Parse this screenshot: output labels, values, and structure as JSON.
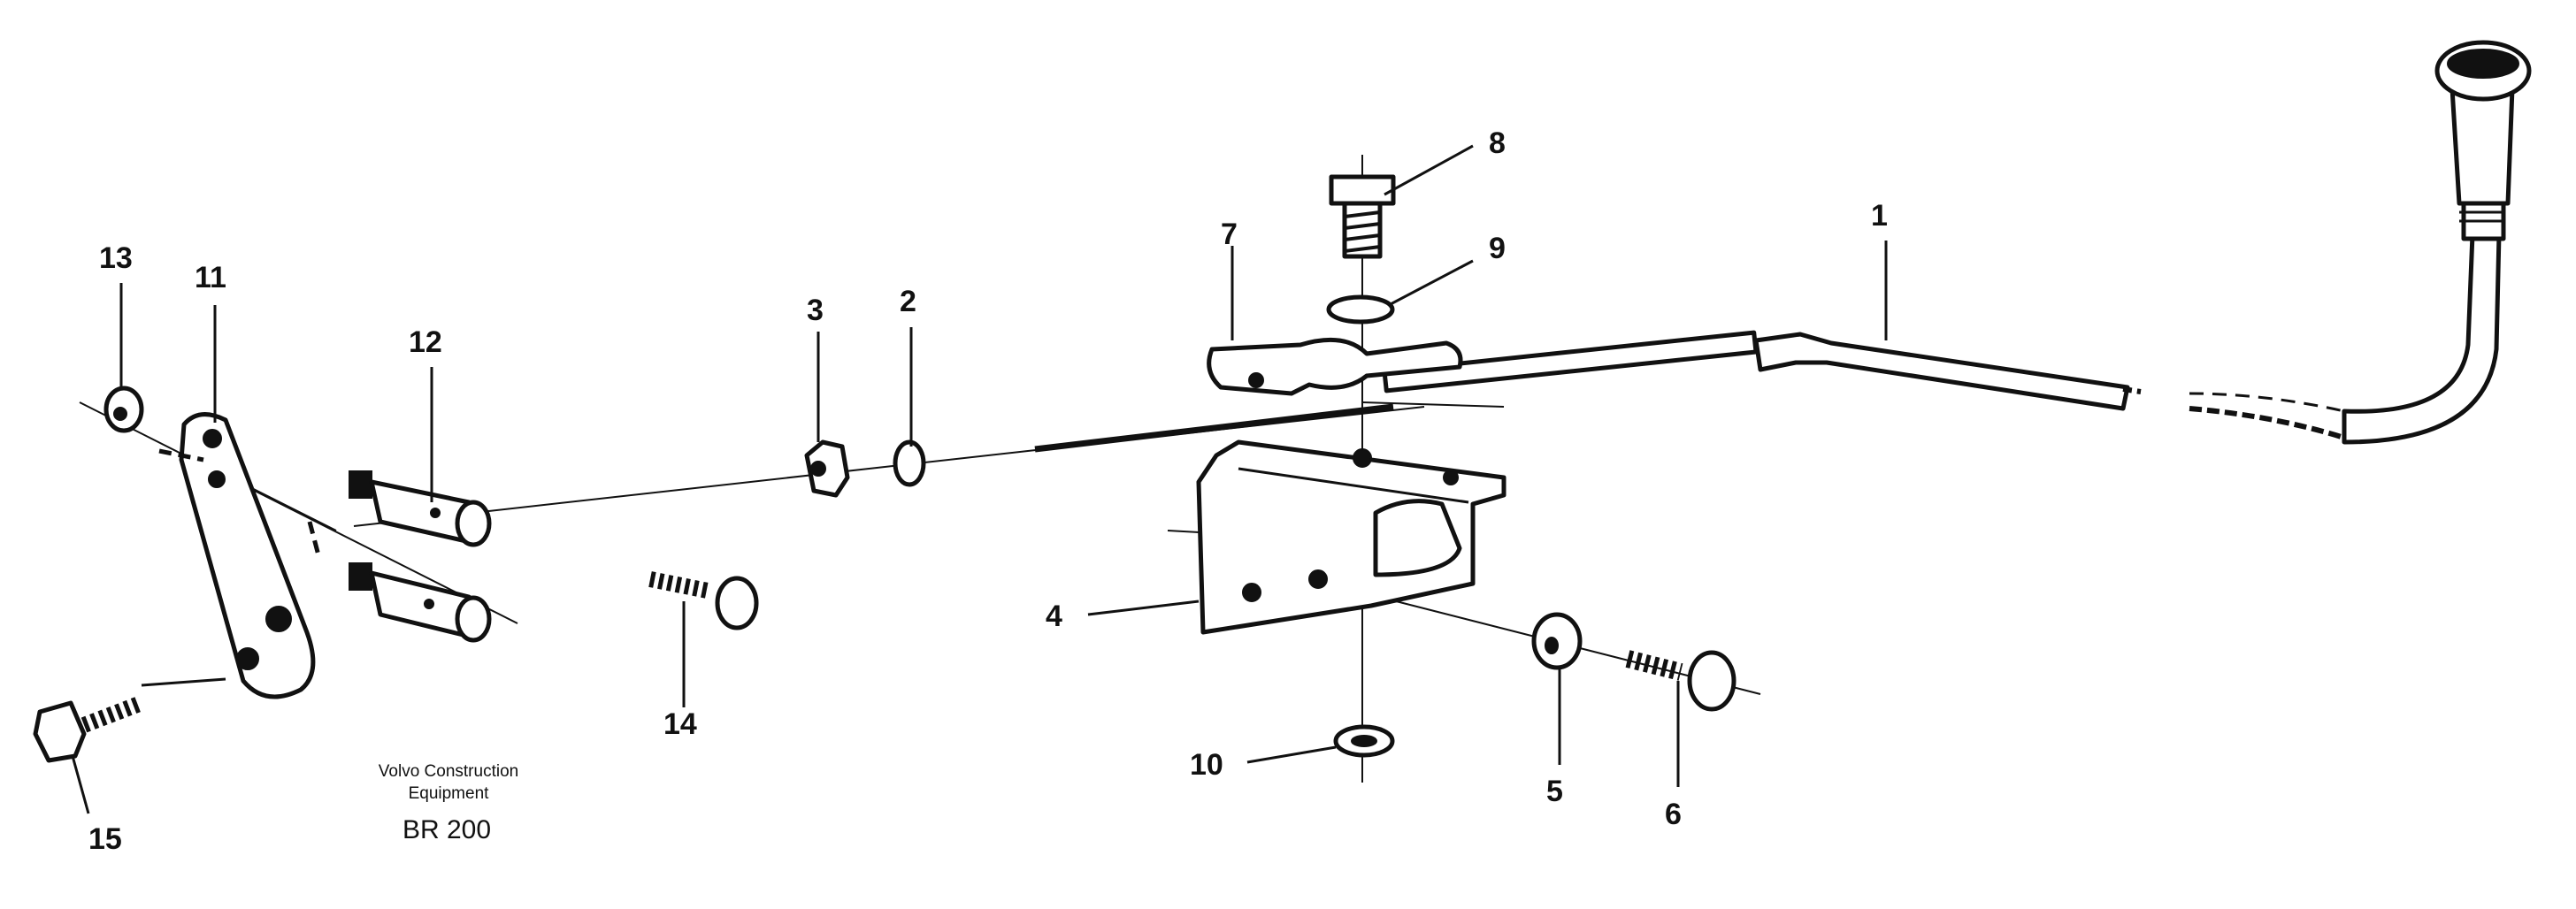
{
  "diagram": {
    "caption_line1": "Volvo Construction",
    "caption_line2": "Equipment",
    "model": "BR 200",
    "callouts": [
      "1",
      "2",
      "3",
      "4",
      "5",
      "6",
      "7",
      "8",
      "9",
      "10",
      "11",
      "12",
      "13",
      "14",
      "15"
    ]
  },
  "colors": {
    "ink": "#111111",
    "paper": "#ffffff"
  }
}
